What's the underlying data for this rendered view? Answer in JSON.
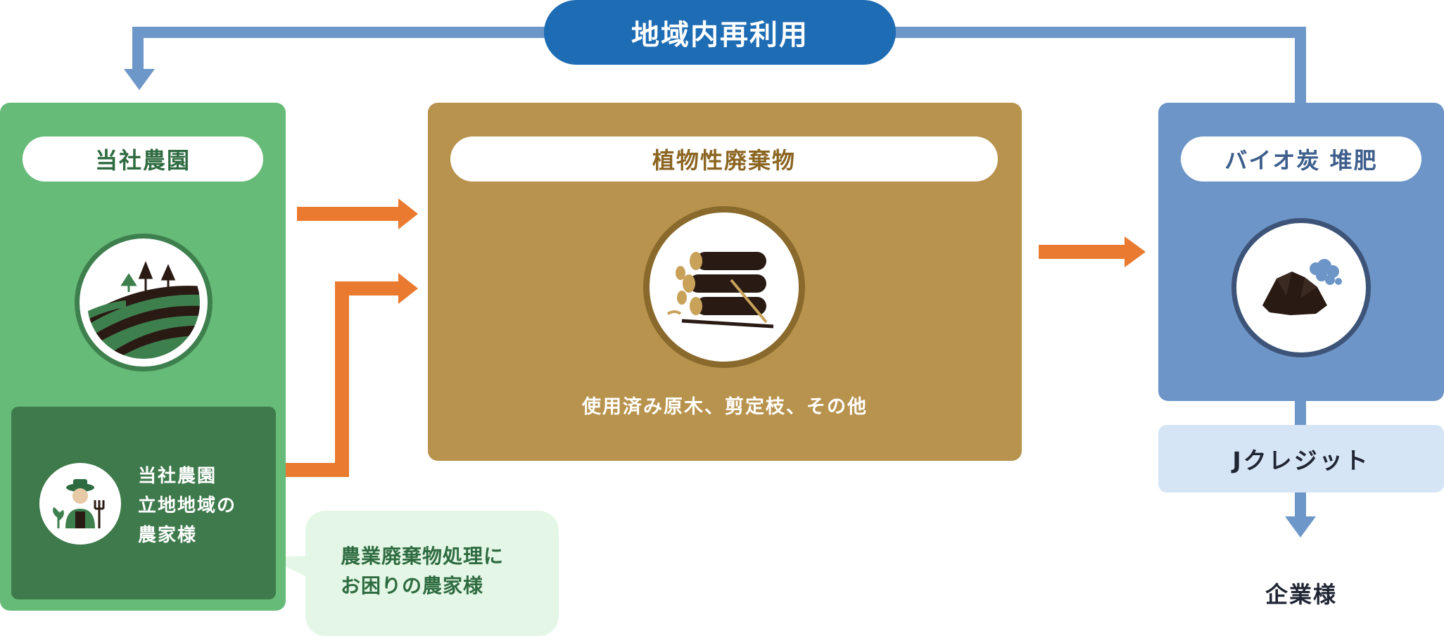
{
  "top_label": "地域内再利用",
  "farm": {
    "title": "当社農園",
    "icon": "farm-field-icon",
    "local_farmers": [
      "当社農園",
      "立地地域の",
      "農家様"
    ],
    "local_icon": "farmer-icon"
  },
  "waste": {
    "title": "植物性廃棄物",
    "icon": "logs-icon",
    "caption": "使用済み原木、剪定枝、その他"
  },
  "bio": {
    "title": "バイオ炭 堆肥",
    "icon": "biochar-pile-icon"
  },
  "bubble": [
    "農業廃棄物処理に",
    "お困りの農家様"
  ],
  "jcredit": "Jクレジット",
  "company": "企業様",
  "colors": {
    "recycle_blue": "#1E6CB4",
    "loop_arrow": "#6E97C9",
    "flow_arrow": "#E97A2F",
    "farm_green": "#67BB78",
    "dark_green": "#3E7A4C",
    "waste_brown": "#B8934E",
    "bio_blue": "#6D95C7",
    "credit_light": "#D6E5F6",
    "bubble_light": "#E4F7E6"
  }
}
